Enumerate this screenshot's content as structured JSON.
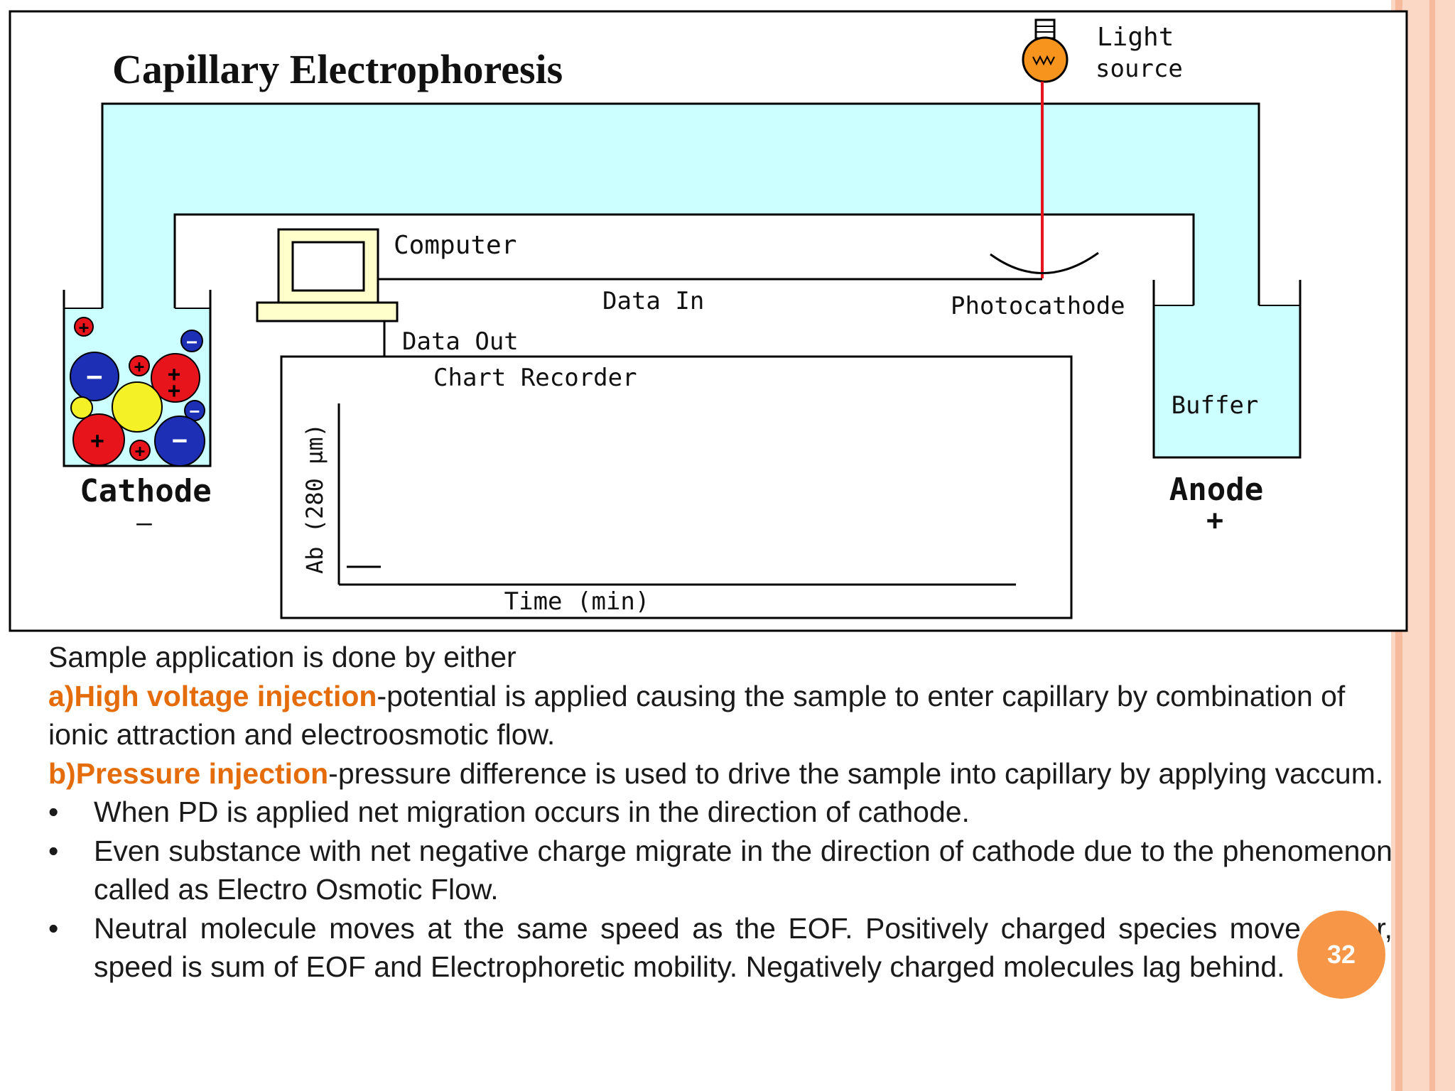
{
  "diagram": {
    "title": "Capillary Electrophoresis",
    "light_source_label_line1": "Light",
    "light_source_label_line2": "source",
    "computer_label": "Computer",
    "data_in_label": "Data In",
    "data_out_label": "Data Out",
    "photocathode_label": "Photocathode",
    "chart_recorder_label": "Chart Recorder",
    "ylabel": "Ab (280 µm)",
    "xlabel": "Time (min)",
    "buffer_label": "Buffer",
    "cathode_label": "Cathode",
    "cathode_sign": "—",
    "anode_label": "Anode",
    "anode_sign": "+",
    "plus_sign": "+",
    "minus_sign": "−"
  },
  "colors": {
    "accent": "#e46c0a",
    "badge": "#f79646",
    "buffer": "#ccffff",
    "capillary": "#ccffff",
    "cation": "#e8141b",
    "anion": "#1c2fb5",
    "neutral": "#f4f226",
    "laser": "#e8141b",
    "bulb": "#f7941d"
  },
  "text": {
    "intro": "Sample application is done by either",
    "a_label": "a)High voltage injection",
    "a_text": "-potential is applied causing the sample to enter capillary by combination of ionic attraction and electroosmotic flow.",
    "b_label": "b)Pressure injection",
    "b_text": "-pressure difference is used to drive the sample into capillary by applying vaccum.",
    "bullet_marker": "•",
    "bullets": [
      "When PD is applied net migration occurs in the direction of cathode.",
      "Even substance with net negative charge migrate in the direction of cathode due to the phenomenon called as Electro Osmotic Flow.",
      "Neutral molecule moves at the same speed as the EOF. Positively charged species move faster, speed is sum of EOF and Electrophoretic mobility. Negatively charged molecules lag behind."
    ]
  },
  "page_number": "32"
}
